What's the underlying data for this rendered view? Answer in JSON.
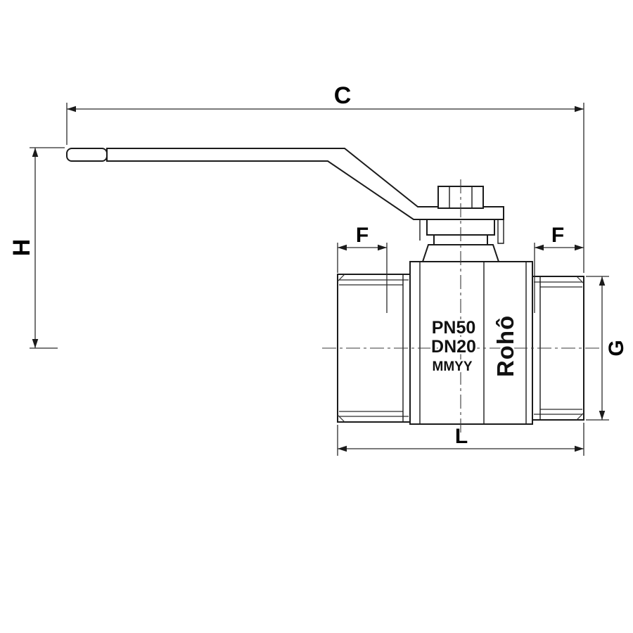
{
  "colors": {
    "background": "#ffffff",
    "line": "#1b1b1b",
    "dimension_line": "#2b2b2b",
    "centerline": "#3a3a3a",
    "text": "#000000"
  },
  "dimensions": {
    "c": {
      "label": "C"
    },
    "h": {
      "label": "H"
    },
    "f_left": {
      "label": "F"
    },
    "f_right": {
      "label": "F"
    },
    "g": {
      "label": "G"
    },
    "l": {
      "label": "L"
    }
  },
  "valve": {
    "markings": {
      "pressure_rating": "PN50",
      "nominal_diameter": "DN20",
      "date_code": "MMYY"
    },
    "brand": "Rohô"
  }
}
